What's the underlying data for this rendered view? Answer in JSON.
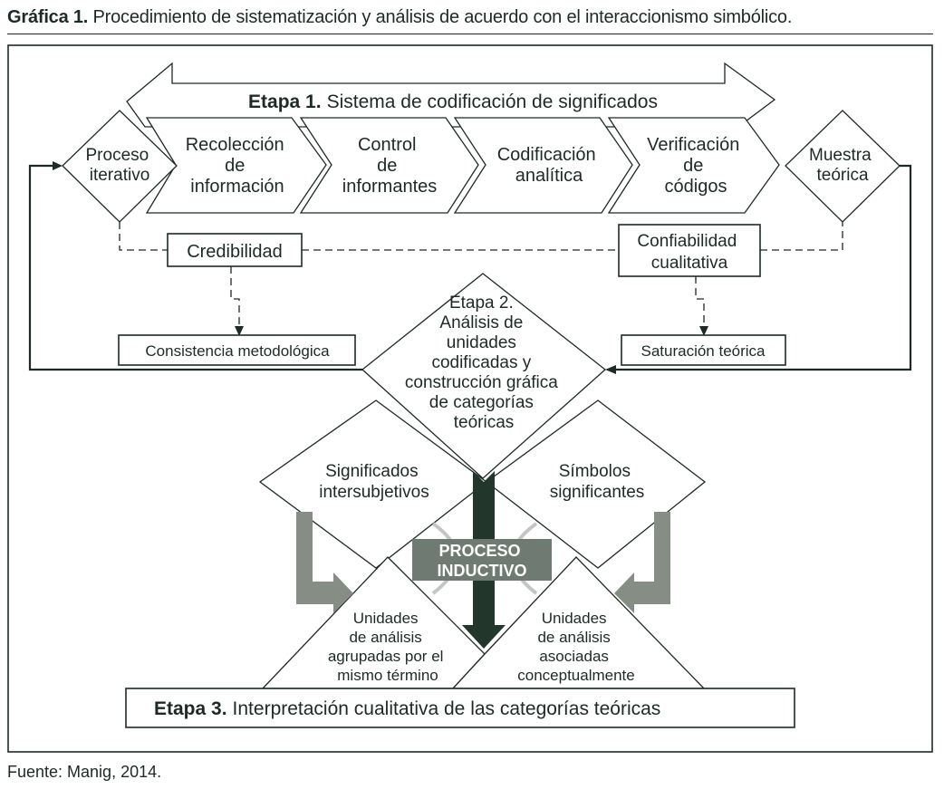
{
  "caption": {
    "label": "Gráfica 1.",
    "text": "Procedimiento de sistematización y análisis de acuerdo con el interaccionismo simbólico."
  },
  "stage1": {
    "title_bold": "Etapa 1.",
    "title_rest": "Sistema de codificación de significados",
    "left_diamond": [
      "Proceso",
      "iterativo"
    ],
    "right_diamond": [
      "Muestra",
      "teórica"
    ],
    "steps": [
      {
        "lines": [
          "Recolección",
          "de",
          "información"
        ]
      },
      {
        "lines": [
          "Control",
          "de",
          "informantes"
        ]
      },
      {
        "lines": [
          "Codificación",
          "analítica"
        ]
      },
      {
        "lines": [
          "Verificación",
          "de",
          "códigos"
        ]
      }
    ]
  },
  "criteria": {
    "credibilidad": "Credibilidad",
    "confiabilidad": [
      "Confiabilidad",
      "cualitativa"
    ],
    "consistencia": "Consistencia metodológica",
    "saturacion": "Saturación teórica"
  },
  "stage2": {
    "lines": [
      "Etapa 2.",
      "Análisis de",
      "unidades",
      "codificadas y",
      "construcción gráfica",
      "de categorías",
      "teóricas"
    ]
  },
  "lower": {
    "left_diamond": [
      "Significados",
      "intersubjetivos"
    ],
    "right_diamond": [
      "Símbolos",
      "significantes"
    ],
    "center_label": [
      "PROCESO",
      "INDUCTIVO"
    ],
    "left_triangle": [
      "Unidades",
      "de análisis",
      "agrupadas por el",
      "mismo término"
    ],
    "right_triangle": [
      "Unidades",
      "de análisis",
      "asociadas",
      "conceptualmente"
    ]
  },
  "stage3": {
    "title_bold": "Etapa 3.",
    "title_rest": "Interpretación cualitativa de las categorías teóricas"
  },
  "source": "Fuente: Manig, 2014.",
  "colors": {
    "ink": "#1e2a24",
    "dark_arrow": "#22362b",
    "gray_arrow": "#858d85",
    "badge": "#6f7a72",
    "arc": "#c4c6c4"
  }
}
